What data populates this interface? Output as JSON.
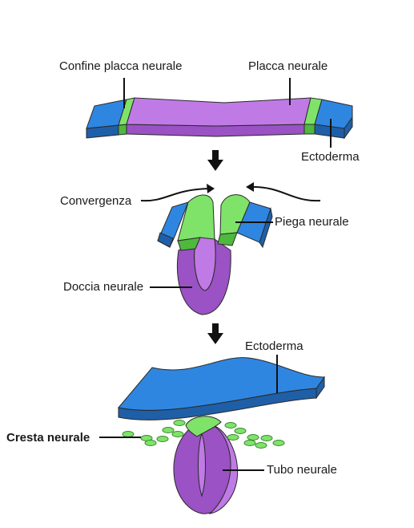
{
  "labels": {
    "neural_plate_border": "Confine placca neurale",
    "neural_plate": "Placca neurale",
    "ectoderm_top": "Ectoderma",
    "convergence": "Convergenza",
    "neural_fold": "Piega neurale",
    "neural_groove": "Doccia neurale",
    "ectoderm_bottom": "Ectoderma",
    "neural_crest": "Cresta neurale",
    "neural_tube": "Tubo neurale"
  },
  "colors": {
    "ectoderm": "#2f86e0",
    "ectoderm_dark": "#1f5fa8",
    "neural_plate": "#c07ae6",
    "neural_plate_dark": "#9a52c4",
    "border_green": "#7fe36a",
    "border_green_dark": "#4fb83e",
    "outline": "#2a2a2a"
  }
}
